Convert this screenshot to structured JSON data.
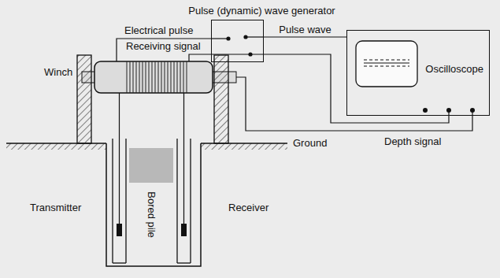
{
  "diagram": {
    "nodes": [
      {
        "text": [
          "Pulse (dynamic) wave generator"
        ]
      },
      {
        "text": [
          "Oscilloscope"
        ]
      }
    ],
    "edges": [
      {
        "from": 0,
        "to": 1,
        "arrow": "none",
        "label": "Pulse wave"
      }
    ],
    "labels": [
      "Electrical pulse",
      "Receiving signal",
      "Winch",
      "Ground",
      "Depth signal",
      "Transmitter",
      "Bored pile",
      "Receiver"
    ]
  }
}
